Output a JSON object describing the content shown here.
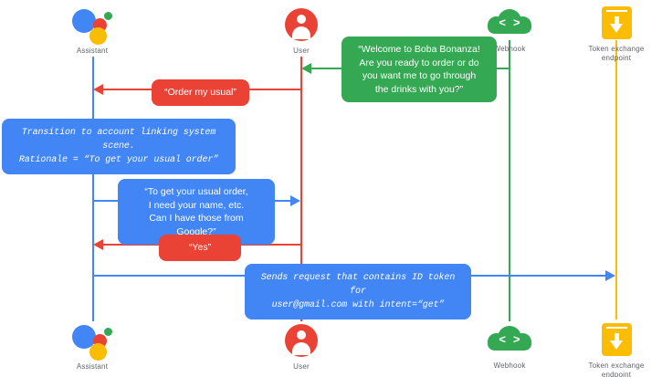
{
  "diagram": {
    "type": "sequence-diagram",
    "background": "#ffffff",
    "colors": {
      "assistant": "#4285f4",
      "user": "#ea4335",
      "webhook": "#34a853",
      "token_endpoint": "#fbbc04",
      "label_text": "#5f6368",
      "bubble_text": "#ffffff"
    },
    "actors": [
      {
        "id": "assistant",
        "label": "Assistant",
        "icon": "google-assistant-icon",
        "color": "#4285f4"
      },
      {
        "id": "user",
        "label": "User",
        "icon": "user-avatar-icon",
        "color": "#ea4335"
      },
      {
        "id": "webhook",
        "label": "Webhook",
        "icon": "cloud-code-icon",
        "icon_glyph": "< >",
        "color": "#34a853"
      },
      {
        "id": "token",
        "label": "Token exchange\nendpoint",
        "icon": "download-box-icon",
        "color": "#fbbc04"
      }
    ],
    "messages": [
      {
        "id": "welcome",
        "from": "webhook",
        "to": "user",
        "direction": "left",
        "color": "#34a853",
        "style": "chat-bubble",
        "text": "“Welcome to Boba Bonanza!\nAre you ready to order or do\nyou want me to go through\nthe drinks with you?”"
      },
      {
        "id": "order-my-usual",
        "from": "user",
        "to": "assistant",
        "direction": "left",
        "color": "#ea4335",
        "style": "chat-bubble",
        "text": "“Order my usual”"
      },
      {
        "id": "transition-note",
        "from": "assistant",
        "to": "assistant",
        "direction": "none",
        "color": "#4285f4",
        "style": "note-mono",
        "text": "Transition to account linking system scene.\nRationale = “To get your usual order”"
      },
      {
        "id": "need-your-name",
        "from": "assistant",
        "to": "user",
        "direction": "right",
        "color": "#4285f4",
        "style": "chat-bubble",
        "text": "“To get your usual order,\nI need your name, etc.\nCan I have those from Google?”"
      },
      {
        "id": "yes",
        "from": "user",
        "to": "assistant",
        "direction": "left",
        "color": "#ea4335",
        "style": "chat-bubble",
        "text": "“Yes”"
      },
      {
        "id": "sends-request",
        "from": "assistant",
        "to": "token",
        "direction": "right",
        "color": "#4285f4",
        "style": "note-mono",
        "text": "Sends request that contains ID token for\nuser@gmail.com with intent=“get”"
      }
    ]
  }
}
